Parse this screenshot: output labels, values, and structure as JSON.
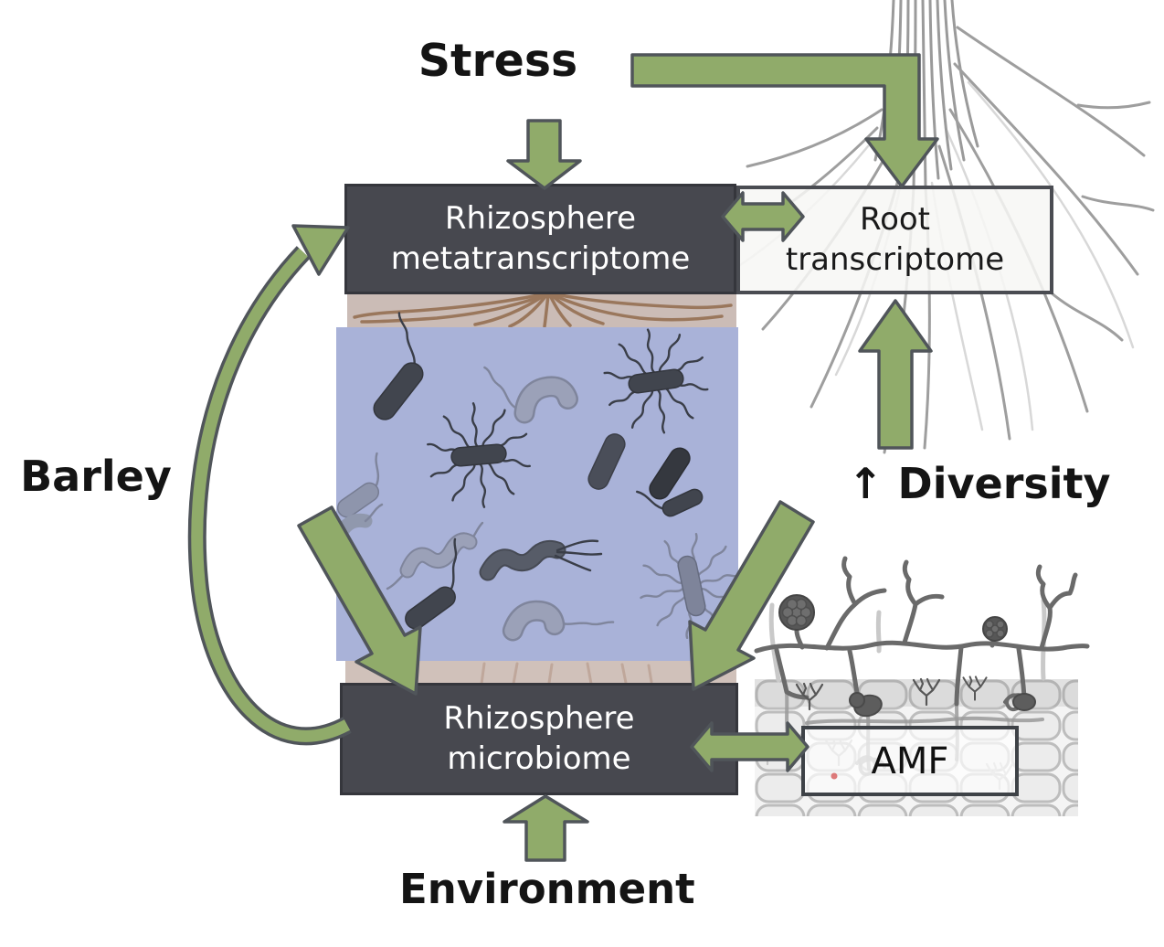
{
  "diagram": {
    "labels": {
      "stress": "Stress",
      "barley": "Barley",
      "diversity": "↑ Diversity",
      "environment": "Environment"
    },
    "nodes": {
      "rhizosphere_metatranscriptome": {
        "label": "Rhizosphere metatranscriptome"
      },
      "root_transcriptome": {
        "label": "Root transcriptome"
      },
      "rhizosphere_microbiome": {
        "label": "Rhizosphere microbiome"
      },
      "amf": {
        "label": "AMF"
      }
    },
    "arrows": [
      {
        "name": "stress-to-root-transcriptome",
        "style": "elbow-down"
      },
      {
        "name": "stress-to-rhizosphere-metatranscriptome",
        "style": "down"
      },
      {
        "name": "metatranscriptome-root-transcriptome",
        "style": "double-headed"
      },
      {
        "name": "diversity-to-root-transcriptome",
        "style": "up"
      },
      {
        "name": "microbiome-to-metatranscriptome-loop",
        "style": "curved"
      },
      {
        "name": "left-diagonal-to-microbiome",
        "style": "diagonal-down"
      },
      {
        "name": "right-diagonal-to-microbiome",
        "style": "diagonal-down"
      },
      {
        "name": "microbiome-amf",
        "style": "double-headed"
      },
      {
        "name": "environment-to-microbiome",
        "style": "up"
      }
    ],
    "illustrations": [
      "root-system",
      "soil-root-band",
      "rhizosphere-bacteria-panel",
      "amf-root-colonization"
    ],
    "colors": {
      "arrow_green": "#90AB6A",
      "arrow_outline": "#50555A",
      "dark_box_fill": "#47484F",
      "dark_box_text": "#FFFFFF",
      "light_box_fill": "#F7F7F5",
      "bacteria_panel": "#A9B2D8",
      "soil_band": "#CBBCB6",
      "root_gray": "#9E9E9E",
      "label_text": "#141414"
    }
  }
}
